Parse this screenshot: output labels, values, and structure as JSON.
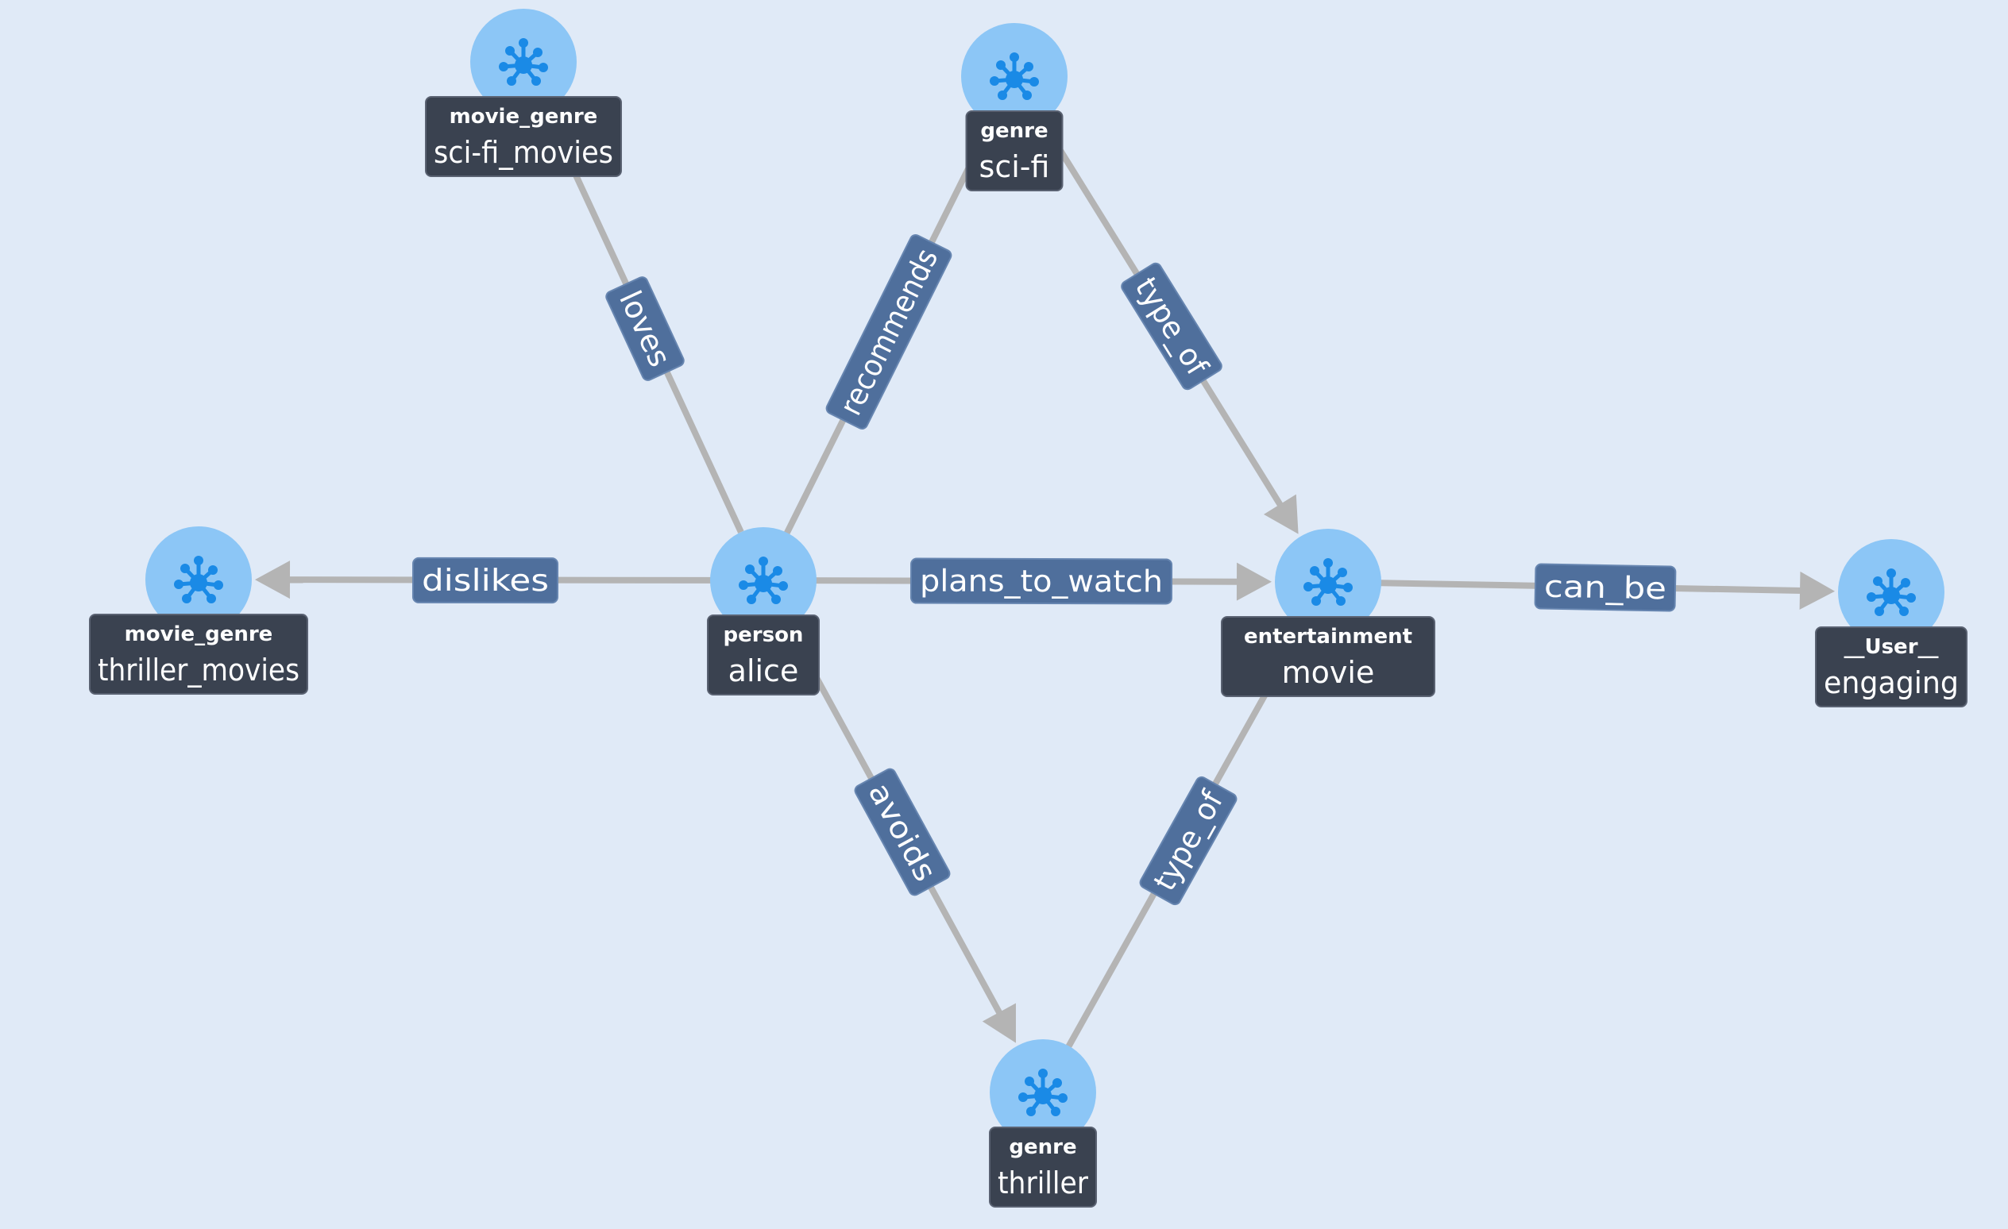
{
  "nodes": [
    {
      "id": "sci_fi_movies",
      "type": "movie_genre",
      "name": "sci-fi_movies",
      "icon": "network-hub-icon"
    },
    {
      "id": "sci_fi",
      "type": "genre",
      "name": "sci-fi",
      "icon": "network-hub-icon"
    },
    {
      "id": "thriller_movies",
      "type": "movie_genre",
      "name": "thriller_movies",
      "icon": "network-hub-icon"
    },
    {
      "id": "alice",
      "type": "person",
      "name": "alice",
      "icon": "network-hub-icon"
    },
    {
      "id": "movie",
      "type": "entertainment",
      "name": "movie",
      "icon": "network-hub-icon"
    },
    {
      "id": "engaging",
      "type": "__User__",
      "name": "engaging",
      "icon": "network-hub-icon"
    },
    {
      "id": "thriller",
      "type": "genre",
      "name": "thriller",
      "icon": "network-hub-icon"
    }
  ],
  "edges": [
    {
      "from": "sci_fi_movies",
      "to": "alice",
      "label": "loves",
      "arrow": false
    },
    {
      "from": "alice",
      "to": "sci_fi",
      "label": "recommends",
      "arrow": false
    },
    {
      "from": "sci_fi",
      "to": "movie",
      "label": "type_of",
      "arrow": true
    },
    {
      "from": "alice",
      "to": "thriller_movies",
      "label": "dislikes",
      "arrow": true
    },
    {
      "from": "alice",
      "to": "movie",
      "label": "plans_to_watch",
      "arrow": true
    },
    {
      "from": "movie",
      "to": "engaging",
      "label": "can_be",
      "arrow": true
    },
    {
      "from": "alice",
      "to": "thriller",
      "label": "avoids",
      "arrow": true
    },
    {
      "from": "thriller",
      "to": "movie",
      "label": "type_of",
      "arrow": true
    }
  ],
  "colors": {
    "background": "#e0eaf7",
    "node_circle": "#8cc6f6",
    "node_icon": "#1a8ae6",
    "node_label_bg": "#3a4250",
    "edge_line": "#b4b4b4",
    "edge_label_bg": "#4f6f9c"
  }
}
